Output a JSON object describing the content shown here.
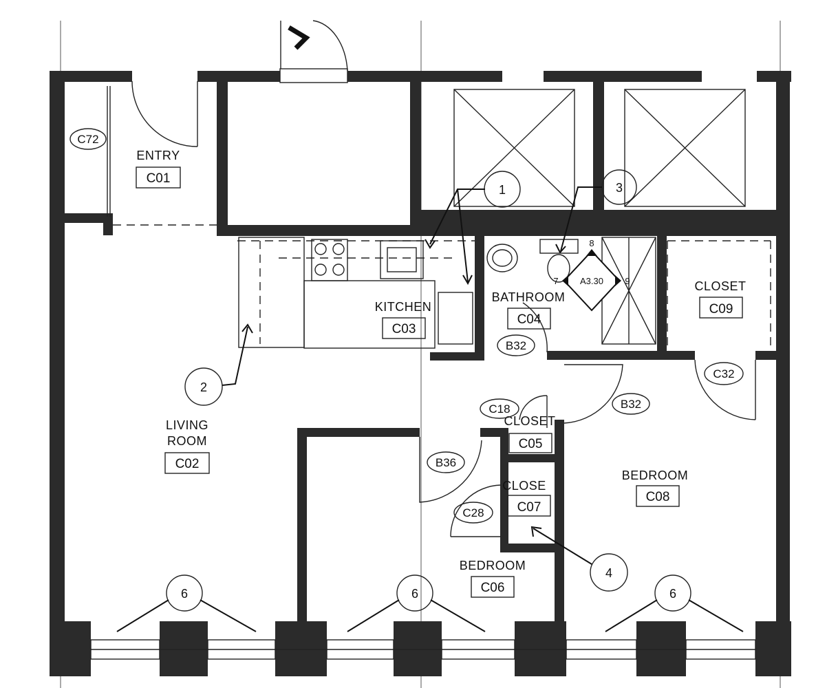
{
  "rooms": {
    "entry": {
      "label": "ENTRY",
      "code": "C01"
    },
    "living": {
      "label_line1": "LIVING",
      "label_line2": "ROOM",
      "code": "C02"
    },
    "kitchen": {
      "label": "KITCHEN",
      "code": "C03"
    },
    "bathroom": {
      "label": "BATHROOM",
      "code": "C04"
    },
    "closet_c05": {
      "label": "CLOSET",
      "code": "C05"
    },
    "bedroom_c06": {
      "label": "BEDROOM",
      "code": "C06"
    },
    "closet_c07": {
      "label": "CLOSE",
      "code": "C07"
    },
    "bedroom_c08": {
      "label": "BEDROOM",
      "code": "C08"
    },
    "closet_c09": {
      "label": "CLOSET",
      "code": "C09"
    }
  },
  "door_tags": {
    "c72": "C72",
    "b32_bath": "B32",
    "b32_bed": "B32",
    "c32": "C32",
    "c18": "C18",
    "b36": "B36",
    "c28": "C28"
  },
  "callouts": {
    "one": "1",
    "two": "2",
    "three": "3",
    "four": "4",
    "six_left": "6",
    "six_mid": "6",
    "six_right": "6"
  },
  "section_marker": {
    "sheet": "A3.30",
    "top": "8",
    "left": "7",
    "right": "9"
  }
}
